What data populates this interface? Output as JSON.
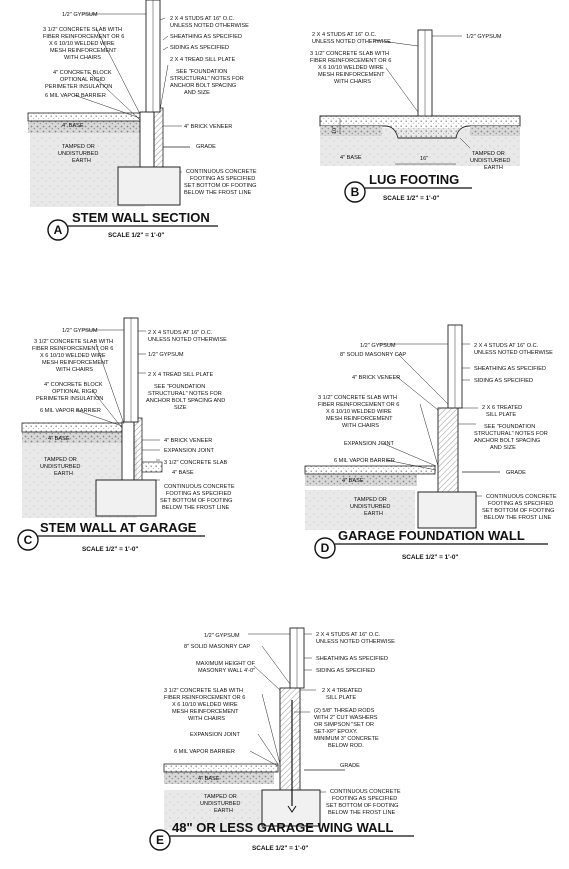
{
  "details": [
    {
      "key": "A",
      "title": "STEM WALL SECTION",
      "scale": "SCALE 1/2\" = 1'-0\"",
      "labels": [
        "1/2\" GYPSUM",
        "3 1/2\" CONCRETE SLAB WITH",
        "FIBER REINFORCEMENT OR 6",
        "X 6 10/10 WELDED WIRE",
        "MESH REINFORCEMENT",
        "WITH CHAIRS",
        "4\" CONCRETE BLOCK",
        "OPTIONAL RIGID",
        "PERIMETER INSULATION",
        "6 MIL VAPOR BARRIER",
        "4\" BASE",
        "TAMPED OR",
        "UNDISTURBED",
        "EARTH",
        "2 X 4 STUDS AT 16\" O.C.",
        "UNLESS NOTED OTHERWISE",
        "SHEATHING AS SPECIFIED",
        "SIDING AS SPECIFIED",
        "2 X 4 TREAD SILL PLATE",
        "SEE \"FOUNDATION",
        "STRUCTURAL\" NOTES FOR",
        "ANCHOR BOLT SPACING",
        "AND SIZE",
        "4\" BRICK VENEER",
        "GRADE",
        "CONTINUOUS CONCRETE",
        "FOOTING AS SPECIFIED",
        "SET BOTTOM OF FOOTING",
        "BELOW THE FROST LINE"
      ]
    },
    {
      "key": "B",
      "title": "LUG FOOTING",
      "scale": "SCALE 1/2\" = 1'-0\"",
      "labels": [
        "2 X 4 STUDS AT 16\" O.C.",
        "UNLESS NOTED OTHERWISE",
        "3 1/2\" CONCRETE SLAB WITH",
        "FIBER REINFORCEMENT OR 6",
        "X 6 10/10 WELDED WIRE",
        "MESH REINFORCEMENT",
        "WITH CHAIRS",
        "1/2\" GYPSUM",
        "10\"",
        "4\" BASE",
        "16\"",
        "TAMPED OR",
        "UNDISTURBED",
        "EARTH"
      ]
    },
    {
      "key": "C",
      "title": "STEM WALL AT GARAGE",
      "scale": "SCALE 1/2\" = 1'-0\"",
      "labels": [
        "1/2\" GYPSUM",
        "3 1/2\" CONCRETE SLAB WITH",
        "FIBER REINFORCEMENT OR 6",
        "X 6 10/10 WELDED WIRE",
        "MESH REINFORCEMENT",
        "WITH CHAIRS",
        "4\" CONCRETE BLOCK",
        "OPTIONAL RIGID",
        "PERIMETER INSULATION",
        "6 MIL VAPOR BARRIER",
        "4\" BASE",
        "TAMPED OR",
        "UNDISTURBED",
        "EARTH",
        "2 X 4 STUDS AT 16\" O.C.",
        "UNLESS NOTED OTHERWISE",
        "1/2\" GYPSUM",
        "2 X 4 TREAD SILL PLATE",
        "SEE \"FOUNDATION",
        "STRUCTURAL\" NOTES FOR",
        "ANCHOR BOLT SPACING AND",
        "SIZE",
        "4\" BRICK VENEER",
        "EXPANSION JOINT",
        "3 1/2\" CONCRETE SLAB",
        "4\" BASE",
        "CONTINUOUS CONCRETE",
        "FOOTING AS SPECIFIED",
        "SET BOTTOM OF FOOTING",
        "BELOW THE FROST LINE"
      ]
    },
    {
      "key": "D",
      "title": "GARAGE FOUNDATION WALL",
      "scale": "SCALE 1/2\" = 1'-0\"",
      "labels": [
        "1/2\" GYPSUM",
        "8\" SOLID MASONRY CAP",
        "4\" BRICK VENEER",
        "3 1/2\" CONCRETE SLAB WITH",
        "FIBER REINFORCEMENT OR 6",
        "X 6 10/10 WELDED WIRE",
        "MESH REINFORCEMENT",
        "WITH CHAIRS",
        "EXPANSION JOINT",
        "6 MIL VAPOR BARRIER",
        "4\" BASE",
        "TAMPED OR",
        "UNDISTURBED",
        "EARTH",
        "2 X 4 STUDS AT 16\" O.C.",
        "UNLESS NOTED OTHERWISE",
        "SHEATHING AS SPECIFIED",
        "SIDING AS SPECIFIED",
        "2 X 6 TREATED",
        "SILL PLATE",
        "SEE \"FOUNDATION",
        "STRUCTURAL\" NOTES FOR",
        "ANCHOR BOLT SPACING",
        "AND SIZE",
        "GRADE",
        "CONTINUOUS CONCRETE",
        "FOOTING AS SPECIFIED",
        "SET BOTTOM OF FOOTING",
        "BELOW THE FROST LINE"
      ]
    },
    {
      "key": "E",
      "title": "48\" OR LESS GARAGE WING WALL",
      "scale": "SCALE 1/2\" = 1'-0\"",
      "labels": [
        "1/2\" GYPSUM",
        "8\" SOLID MASONRY CAP",
        "MAXIMUM HEIGHT OF",
        "MASONRY WALL 4'-0\"",
        "3 1/2\" CONCRETE SLAB WITH",
        "FIBER REINFORCEMENT OR 6",
        "X 6 10/10 WELDED WIRE",
        "MESH REINFORCEMENT",
        "WITH CHAIRS",
        "EXPANSION JOINT",
        "6 MIL VAPOR BARRIER",
        "4\" BASE",
        "TAMPED OR",
        "UNDISTURBED",
        "EARTH",
        "2 X 4 STUDS AT 16\" O.C.",
        "UNLESS NOTED OTHERWISE",
        "SHEATHING AS SPECIFIED",
        "SIDING AS SPECIFIED",
        "2 X 4 TREATED",
        "SILL PLATE",
        "(2) 5/8\" THREAD RODS",
        "WITH 2\" CUT WASHERS",
        "OR SIMPSON \"SET OR",
        "SET-XP\" EPOXY.",
        "MINIMUM 3\" CONCRETE",
        "BELOW ROD.",
        "GRADE",
        "CONTINUOUS CONCRETE",
        "FOOTING AS SPECIFIED",
        "SET BOTTOM OF FOOTING",
        "BELOW THE FROST LINE"
      ]
    }
  ]
}
